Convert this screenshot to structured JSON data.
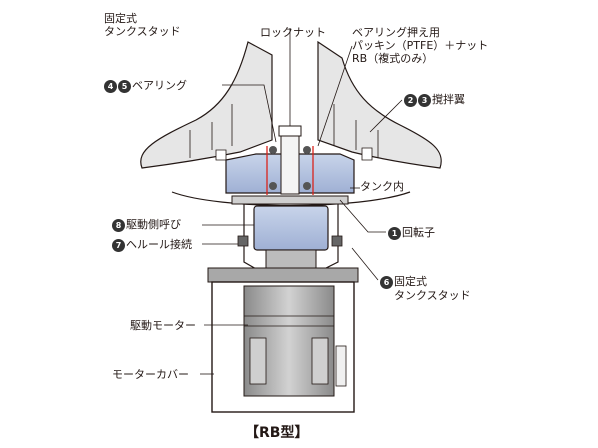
{
  "labels": {
    "fixed_stud_top_1": "固定式",
    "fixed_stud_top_2": "タンクスタッド",
    "lock_nut": "ロックナット",
    "bearing_retainer_1": "ベアリング押え用",
    "bearing_retainer_2": "パッキン（PTFE）＋ナット",
    "bearing_retainer_3": "RB（複式のみ）",
    "bearing": "ベアリング",
    "bearing_num_1": "4",
    "bearing_num_2": "5",
    "impeller": "撹拌翼",
    "impeller_num_1": "2",
    "impeller_num_2": "3",
    "tank_inner": "タンク内",
    "rotor": "回転子",
    "rotor_num": "1",
    "drive_magnet": "駆動側呼び",
    "drive_magnet_num": "8",
    "ferrule": "ヘルール接続",
    "ferrule_num": "7",
    "fixed_stud_1": "固定式",
    "fixed_stud_2": "タンクスタッド",
    "fixed_stud_num": "6",
    "drive_motor": "駆動モーター",
    "motor_cover": "モーターカバー"
  },
  "title": "【RB型】",
  "colors": {
    "blade_fill": "#e8e8e8",
    "blue_fill": "#b8c6e0",
    "gray_fill": "#a8a8a8",
    "line": "#231815",
    "accent_red": "#d9231b"
  }
}
